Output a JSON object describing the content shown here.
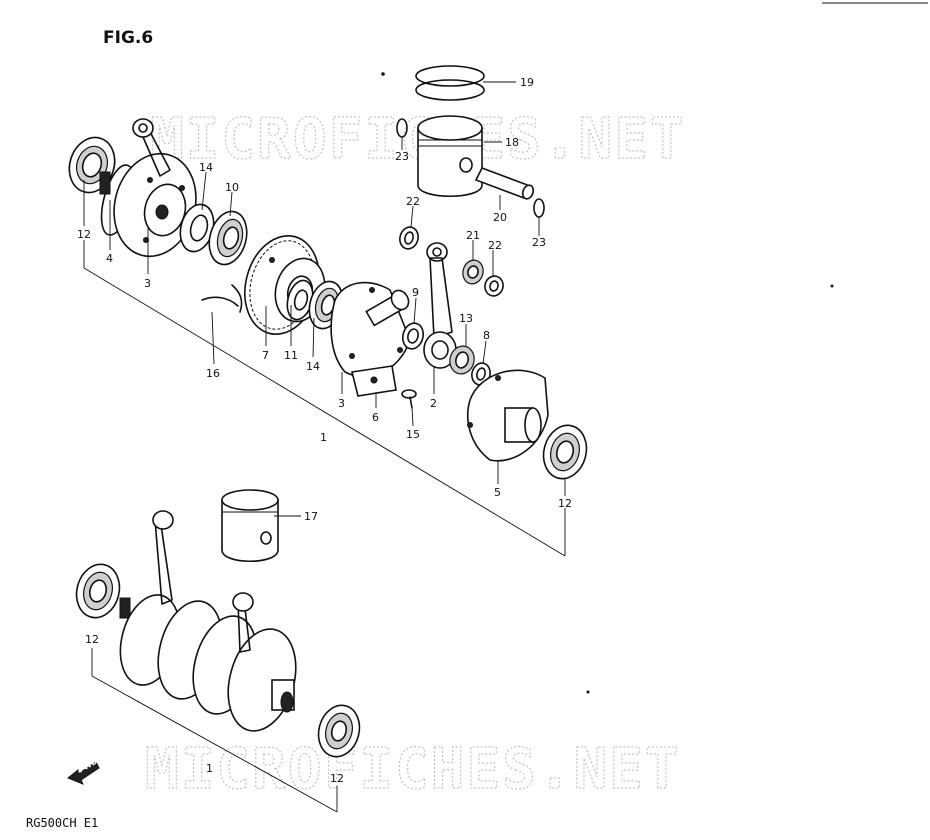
{
  "figure_title": "FIG.6",
  "model_code": "RG500CH E1",
  "watermark": "MICROFICHES.NET",
  "forward_arrow": "FWD",
  "labels": {
    "p1_upper": "1",
    "p2": "2",
    "p3_left": "3",
    "p3_mid": "3",
    "p4": "4",
    "p5": "5",
    "p6": "6",
    "p7": "7",
    "p8": "8",
    "p9": "9",
    "p10": "10",
    "p11": "11",
    "p12_upper_left": "12",
    "p12_upper_right": "12",
    "p13": "13",
    "p14_left": "14",
    "p14_mid": "14",
    "p15": "15",
    "p16": "16",
    "p17": "17",
    "p18": "18",
    "p19": "19",
    "p20": "20",
    "p21": "21",
    "p22_left": "22",
    "p22_right": "22",
    "p23_left": "23",
    "p23_right": "23",
    "p1_lower": "1",
    "p12_lower_left": "12",
    "p12_lower_right": "12"
  }
}
